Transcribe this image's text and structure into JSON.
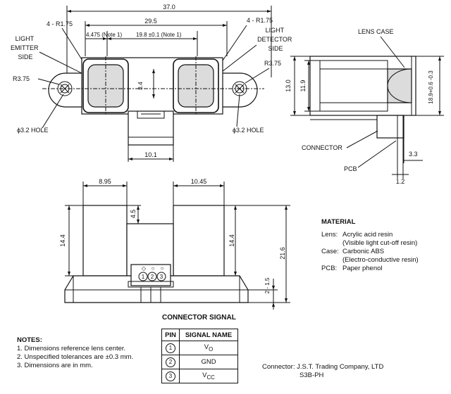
{
  "top_view": {
    "overall_width": "37.0",
    "hole_spacing": "29.5",
    "radius_left": "4 - R1.75",
    "radius_right": "4 - R1.75",
    "note1_left": "4.475 (Note 1)",
    "note1_right": "19.8 ±0.1 (Note 1)",
    "emitter_label": [
      "LIGHT",
      "EMITTER",
      "SIDE"
    ],
    "detector_label": [
      "LIGHT",
      "DETECTOR",
      "SIDE"
    ],
    "r_left": "R3.75",
    "r_right": "R3.75",
    "lens_height": "8.4",
    "hole_left": "ϕ3.2 HOLE",
    "hole_right": "ϕ3.2 HOLE",
    "connector_width": "10.1"
  },
  "side_view": {
    "lens_case": "LENS CASE",
    "h_outer": "13.0",
    "h_inner": "11.9",
    "h_right": "18.9+0.6 -0.3",
    "connector": "CONNECTOR",
    "pcb": "PCB",
    "dim_33": "3.3",
    "dim_12": "1.2"
  },
  "front_view": {
    "w_left": "8.95",
    "w_right": "10.45",
    "h_left": "14.4",
    "h_gap": "4.5",
    "h_right": "14.4",
    "h_total": "21.6",
    "h_base": "2 - 1.5",
    "pins": [
      "1",
      "2",
      "3"
    ]
  },
  "material": {
    "heading": "MATERIAL",
    "lens_key": "Lens:",
    "lens_val": "Acrylic acid resin",
    "lens_sub": "(Visible light cut-off resin)",
    "case_key": "Case:",
    "case_val": "Carbonic ABS",
    "case_sub": "(Electro-conductive resin)",
    "pcb_key": "PCB:",
    "pcb_val": "Paper phenol"
  },
  "connector_signal": {
    "title": "CONNECTOR SIGNAL",
    "col_pin": "PIN",
    "col_signal": "SIGNAL NAME",
    "rows": [
      {
        "pin": "1",
        "signal": "V",
        "sub": "O"
      },
      {
        "pin": "2",
        "signal": "GND",
        "sub": ""
      },
      {
        "pin": "3",
        "signal": "V",
        "sub": "CC"
      }
    ]
  },
  "notes": {
    "heading": "NOTES:",
    "items": [
      "1. Dimensions reference lens center.",
      "2. Unspecified tolerances are ±0.3 mm.",
      "3. Dimensions are in mm."
    ]
  },
  "connector_info": {
    "line1": "Connector: J.S.T. Trading Company, LTD",
    "line2": "S3B-PH"
  }
}
